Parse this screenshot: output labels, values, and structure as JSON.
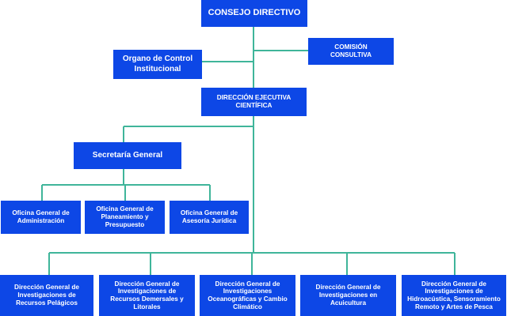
{
  "colors": {
    "box": "#0d47e6",
    "box_text": "#ffffff",
    "connector": "#3fb59a",
    "background": "#ffffff"
  },
  "org_chart": {
    "consejo_directivo": "CONSEJO DIRECTIVO",
    "comision_consultiva": "COMISIÓN\nCONSULTIVA",
    "organo_control": "Organo de Control\nInstitucional",
    "direccion_ejecutiva": "DIRECCIÓN EJECUTIVA\nCIENTÍFICA",
    "secretaria_general": "Secretaría General",
    "oficinas": [
      "Oficina General de\nAdministración",
      "Oficina General de\nPlaneamiento y\nPresupuesto",
      "Oficina General de\nAsesoría Jurídica"
    ],
    "direcciones": [
      "Dirección General de\nInvestigaciones de\nRecursos Pelágicos",
      "Dirección General de\nInvestigaciones de\nRecursos  Demersales y\nLitorales",
      "Dirección General de\nInvestigaciones\nOceanográficas y Cambio\nClimático",
      "Dirección General de\nInvestigaciones en\nAcuicultura",
      "Dirección General de\nInvestigaciones de\nHidroacústica, Sensoramiento\nRemoto y Artes de Pesca"
    ]
  }
}
